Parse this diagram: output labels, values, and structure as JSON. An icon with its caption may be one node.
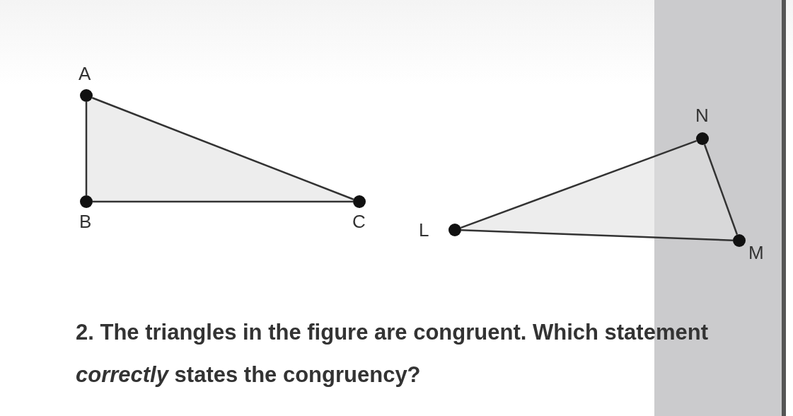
{
  "diagram": {
    "nodes": [
      {
        "text": [
          "A"
        ]
      },
      {
        "text": [
          "B"
        ]
      },
      {
        "text": [
          "C"
        ]
      },
      {
        "text": [
          "L"
        ]
      },
      {
        "text": [
          "M"
        ]
      },
      {
        "text": [
          "N"
        ]
      }
    ],
    "edges": [
      {
        "from": 0,
        "to": 1,
        "arrow": "none"
      },
      {
        "from": 1,
        "to": 2,
        "arrow": "none"
      },
      {
        "from": 2,
        "to": 0,
        "arrow": "none"
      },
      {
        "from": 3,
        "to": 4,
        "arrow": "none"
      },
      {
        "from": 4,
        "to": 5,
        "arrow": "none"
      },
      {
        "from": 5,
        "to": 3,
        "arrow": "none"
      }
    ],
    "labels": [
      "2. The triangles in the figure are congruent. Which statement *correctly* states the congruency?"
    ]
  }
}
